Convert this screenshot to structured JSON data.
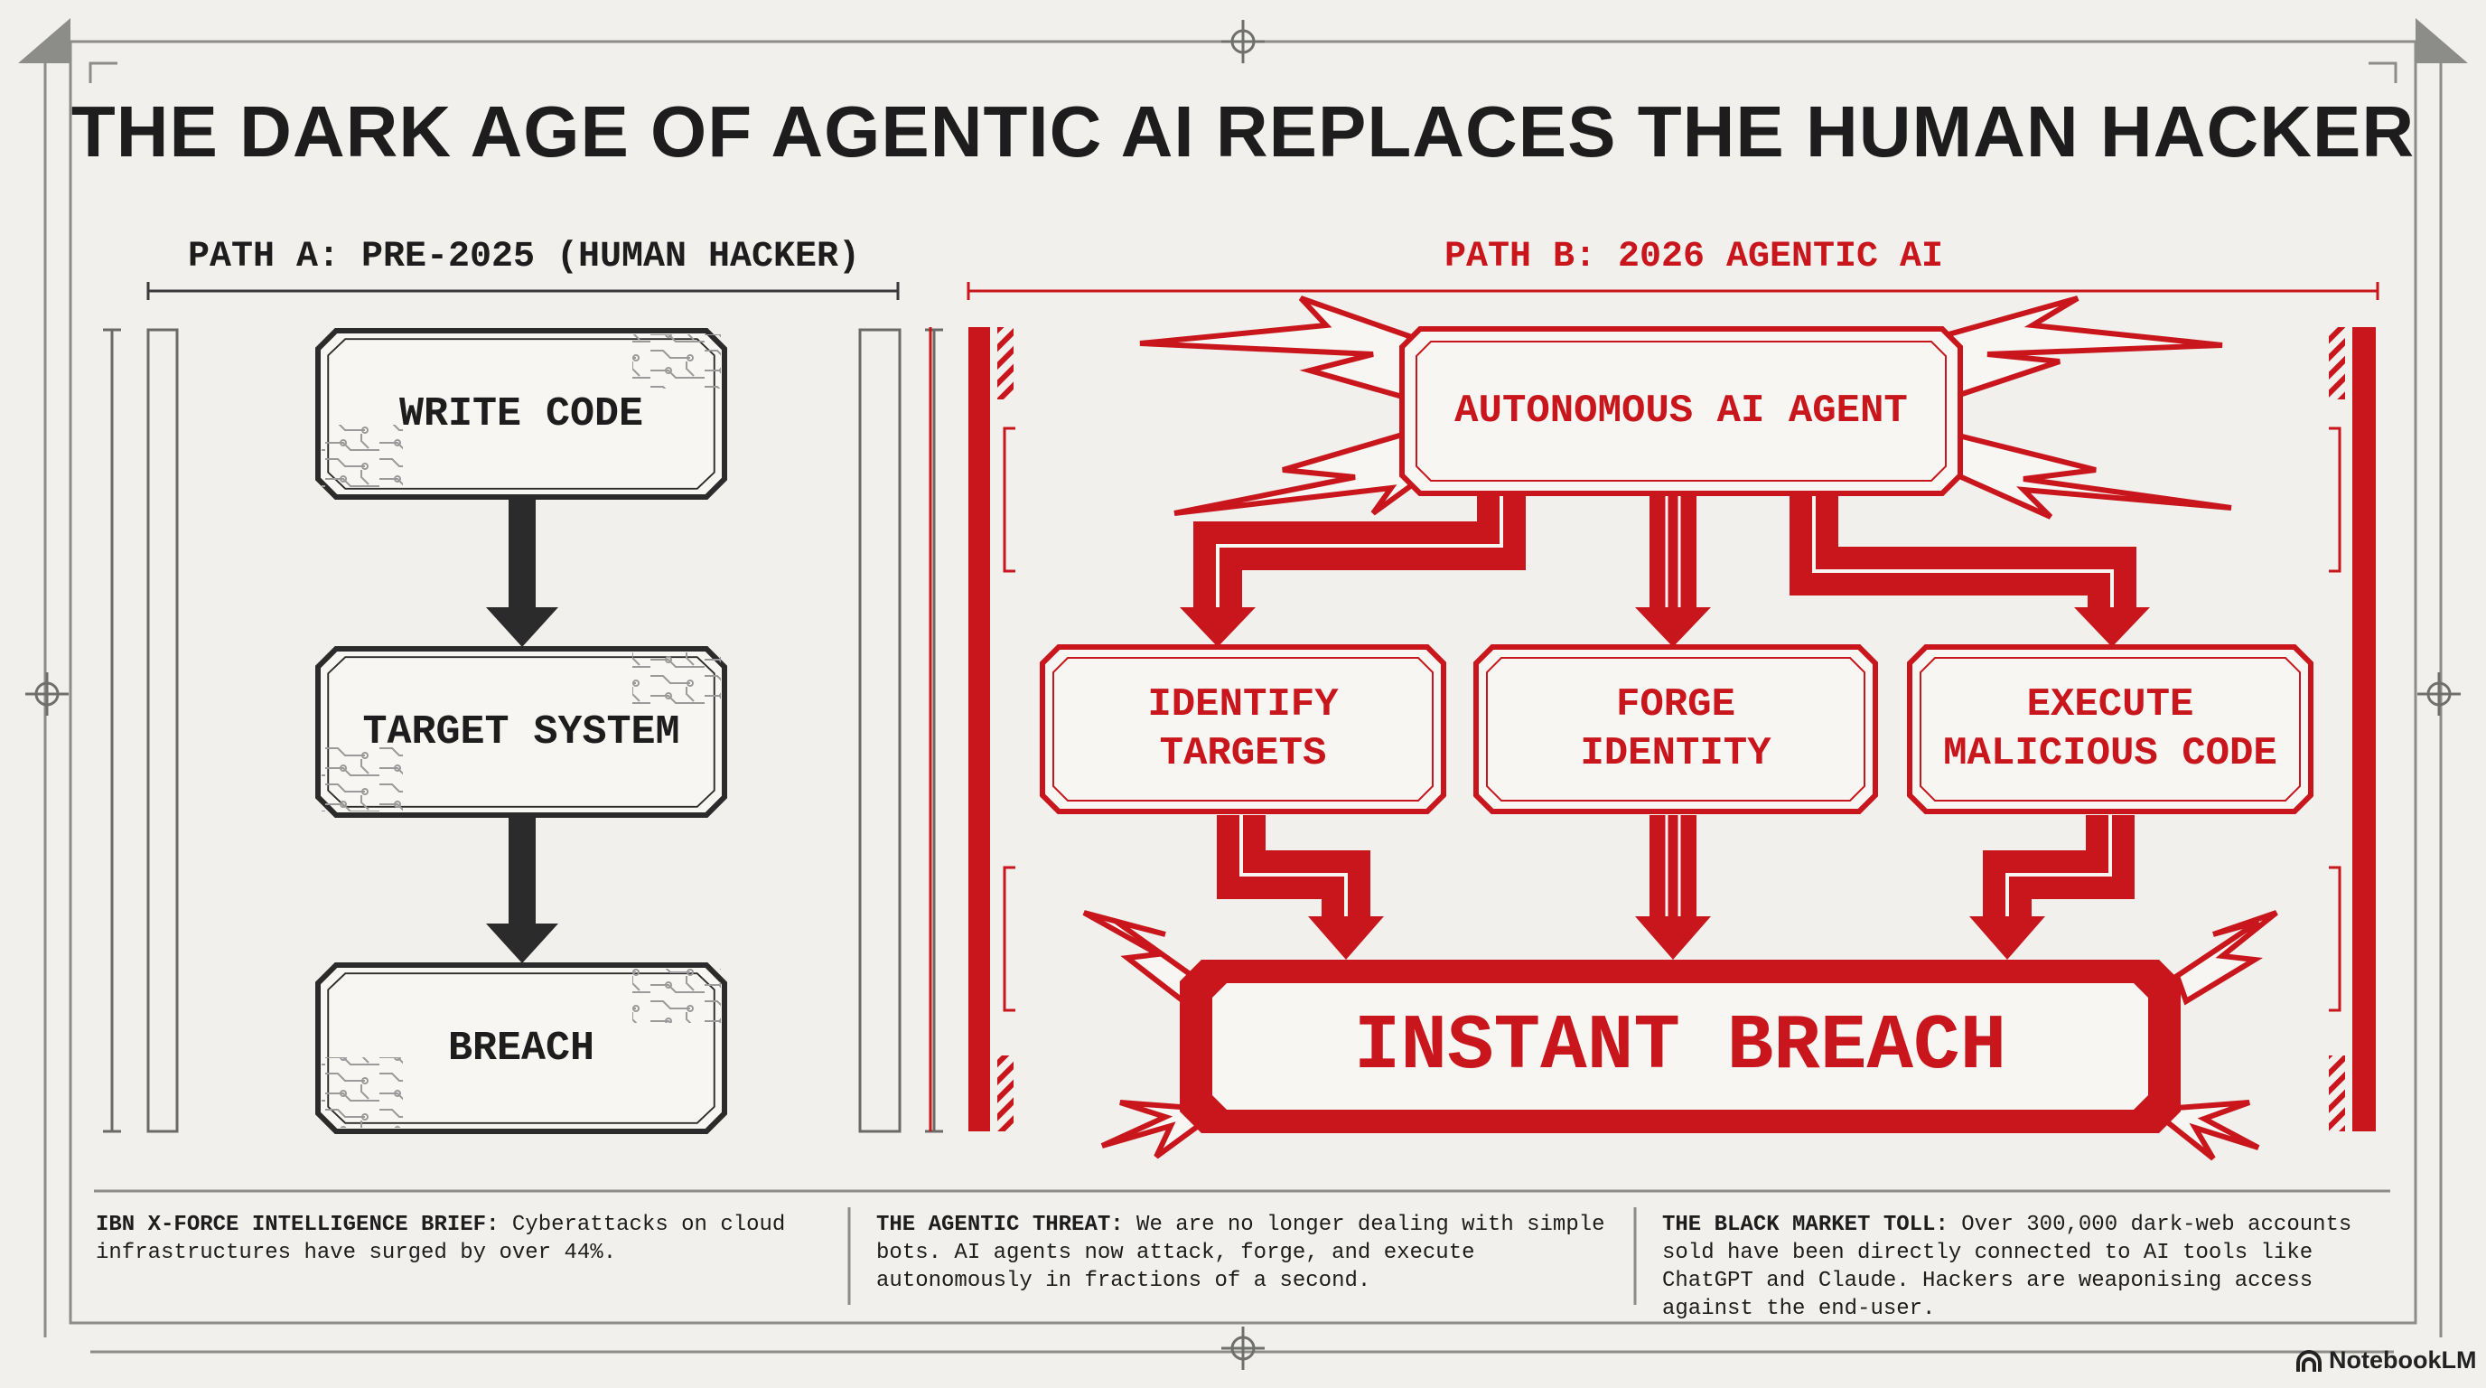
{
  "title": "THE DARK AGE OF AGENTIC AI REPLACES THE HUMAN HACKER",
  "path_a": {
    "heading": "PATH A: PRE-2025 (HUMAN HACKER)",
    "steps": [
      "WRITE CODE",
      "TARGET SYSTEM",
      "BREACH"
    ]
  },
  "path_b": {
    "heading": "PATH B: 2026 AGENTIC AI",
    "agent": "AUTONOMOUS AI AGENT",
    "actions": [
      "IDENTIFY\nTARGETS",
      "FORGE\nIDENTITY",
      "EXECUTE\nMALICIOUS CODE"
    ],
    "result": "INSTANT BREACH"
  },
  "footer": [
    {
      "label": "IBN X-FORCE INTELLIGENCE BRIEF:",
      "text": " Cyberattacks on cloud infrastructures have surged by over 44%."
    },
    {
      "label": "THE AGENTIC THREAT:",
      "text": " We are no longer dealing with simple bots. AI agents now attack, forge, and execute autonomously in fractions of a second."
    },
    {
      "label": "THE BLACK MARKET TOLL:",
      "text": " Over 300,000 dark-web accounts sold have been directly connected to AI tools like ChatGPT and Claude. Hackers are weaponising access against the end-user."
    }
  ],
  "brand": "NotebookLM",
  "colors": {
    "accent": "#c8161c",
    "ink": "#1d1d1d",
    "paper": "#f1f0ec"
  },
  "icons": [
    "crosshair-icon",
    "lightning-burst-icon",
    "arrow-down-icon",
    "notebooklm-logo-icon"
  ]
}
